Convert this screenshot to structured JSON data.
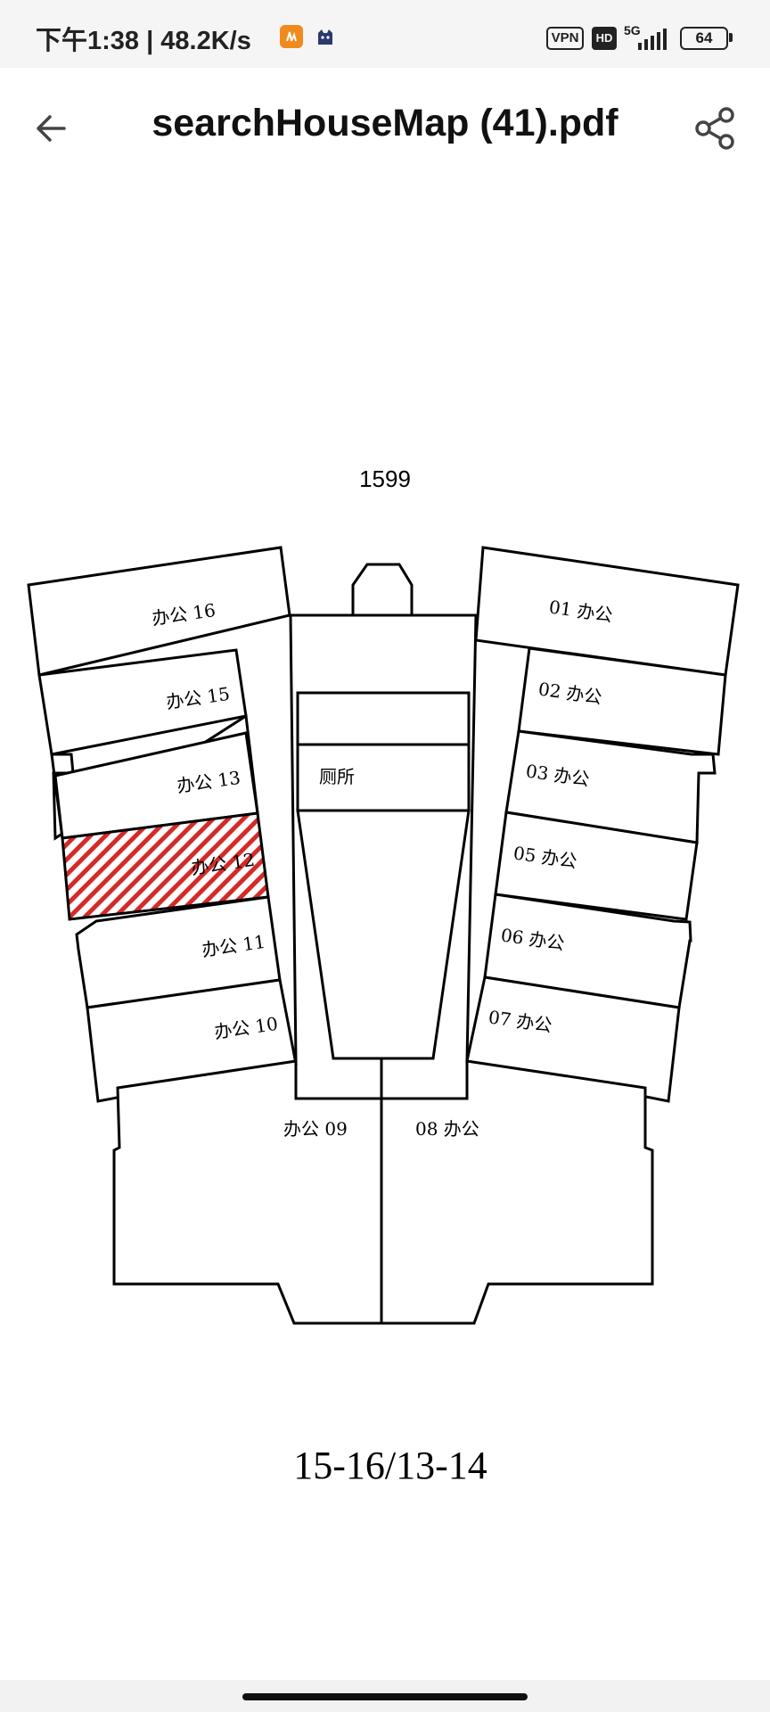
{
  "status_bar": {
    "time_speed": "下午1:38 | 48.2K/s",
    "vpn": "VPN",
    "hd": "HD",
    "network": "5G",
    "battery": "64"
  },
  "header": {
    "title": "searchHouseMap (41).pdf",
    "back_icon": "arrow-left-icon",
    "share_icon": "share-icon"
  },
  "document": {
    "plan_number": "1599",
    "rooms": {
      "r16": "办公 16",
      "r15": "办公 15",
      "r13": "办公 13",
      "r12": "办公 12",
      "r11": "办公 11",
      "r10": "办公 10",
      "r09": "办公  09",
      "r08": "08  办公",
      "r07": "07 办公",
      "r06": "06 办公",
      "r05": "05 办公",
      "r03": "03 办公",
      "r02": "02 办公",
      "r01": "01 办公",
      "toilet": "厕所"
    },
    "floor_label": "15-16/13-14"
  },
  "colors": {
    "highlight": "#d42a2a",
    "accent_app": "#f08a1c"
  }
}
